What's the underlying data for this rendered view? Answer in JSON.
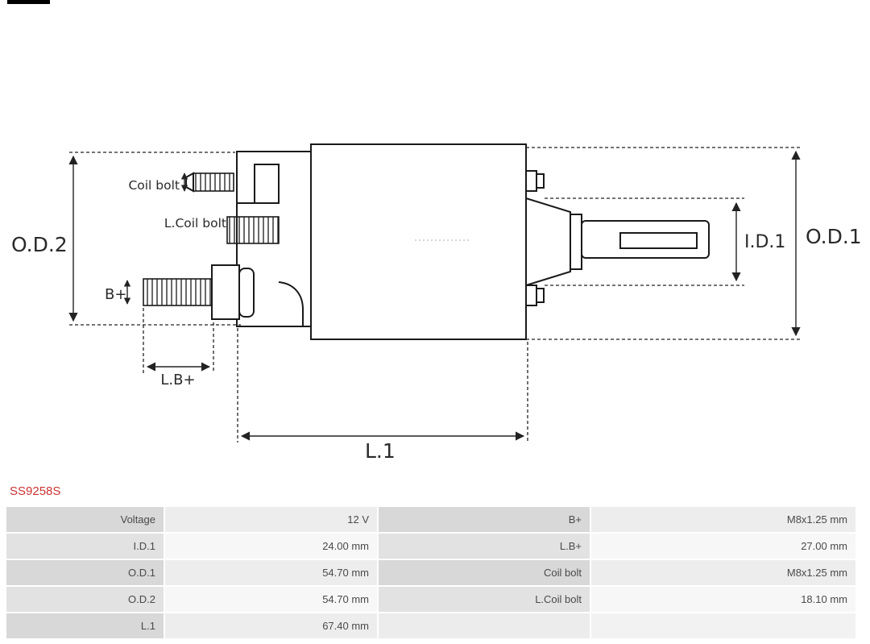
{
  "part": {
    "number": "SS9258S"
  },
  "colors": {
    "accent": "#cc3333"
  },
  "diagram": {
    "labels": {
      "od2": "O.D.2",
      "od1": "O.D.1",
      "id1": "I.D.1",
      "l1": "L.1",
      "lb": "L.B+",
      "b": "B+",
      "coil_bolt": "Coil bolt",
      "l_coil_bolt": "L.Coil bolt"
    }
  },
  "table": {
    "rows": [
      [
        "Voltage",
        "12 V",
        "B+",
        "M8x1.25 mm"
      ],
      [
        "I.D.1",
        "24.00 mm",
        "L.B+",
        "27.00 mm"
      ],
      [
        "O.D.1",
        "54.70 mm",
        "Coil bolt",
        "M8x1.25 mm"
      ],
      [
        "O.D.2",
        "54.70 mm",
        "L.Coil bolt",
        "18.10 mm"
      ],
      [
        "L.1",
        "67.40 mm",
        "",
        ""
      ]
    ]
  }
}
